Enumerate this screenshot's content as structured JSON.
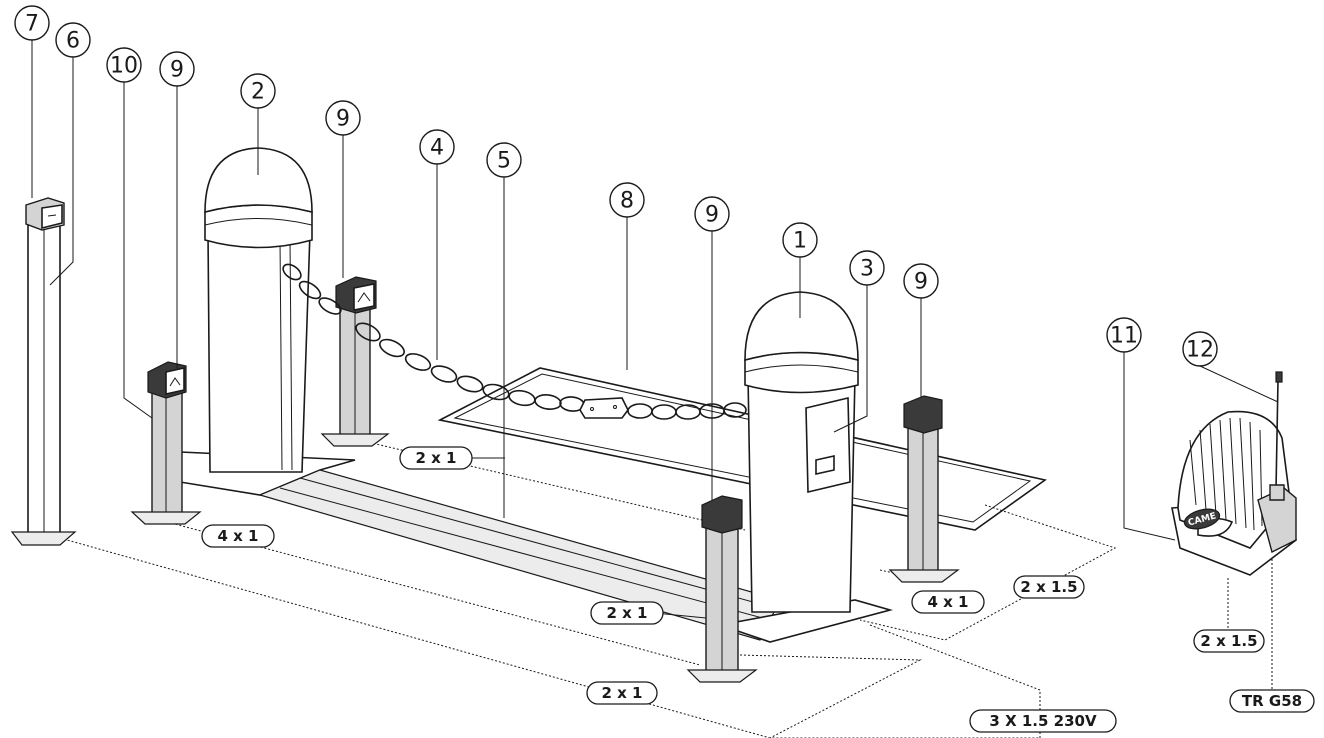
{
  "callouts": [
    {
      "id": "c1",
      "label": "1"
    },
    {
      "id": "c2",
      "label": "2"
    },
    {
      "id": "c3",
      "label": "3"
    },
    {
      "id": "c4",
      "label": "4"
    },
    {
      "id": "c5",
      "label": "5"
    },
    {
      "id": "c6",
      "label": "6"
    },
    {
      "id": "c7",
      "label": "7"
    },
    {
      "id": "c8",
      "label": "8"
    },
    {
      "id": "c9a",
      "label": "9"
    },
    {
      "id": "c9b",
      "label": "9"
    },
    {
      "id": "c9c",
      "label": "9"
    },
    {
      "id": "c9d",
      "label": "9"
    },
    {
      "id": "c10",
      "label": "10"
    },
    {
      "id": "c11",
      "label": "11"
    },
    {
      "id": "c12",
      "label": "12"
    }
  ],
  "cables": [
    {
      "id": "k1",
      "label": "2 x 1"
    },
    {
      "id": "k2",
      "label": "4 x 1"
    },
    {
      "id": "k3",
      "label": "2 x 1"
    },
    {
      "id": "k4",
      "label": "4 x 1"
    },
    {
      "id": "k5",
      "label": "2 x 1.5"
    },
    {
      "id": "k6",
      "label": "2 x 1.5"
    },
    {
      "id": "k7",
      "label": "2 x 1"
    },
    {
      "id": "k8",
      "label": "TR G58"
    },
    {
      "id": "k9",
      "label": "3 X 1.5 230V"
    }
  ],
  "logo_text": "CAME"
}
